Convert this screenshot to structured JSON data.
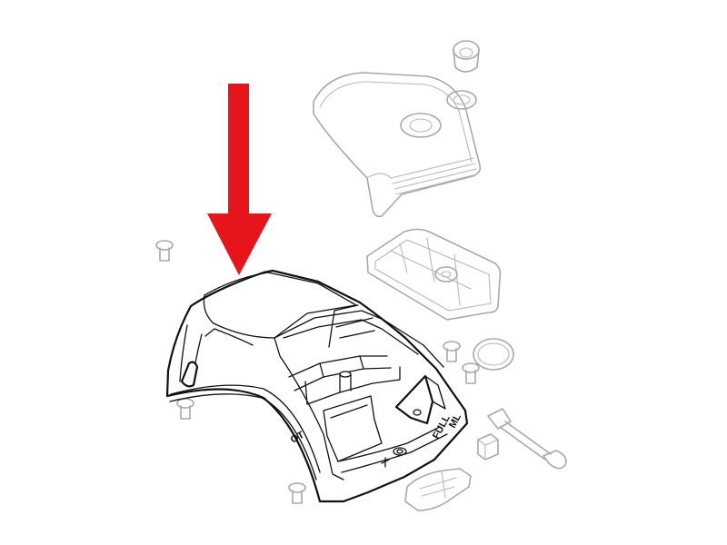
{
  "diagram": {
    "highlight_color": "#e8141b",
    "line_color": "#111111",
    "ghost_color": "#a8a8a8",
    "markings": {
      "side_mark": "OT",
      "panel_mark_1": "FULL",
      "panel_mark_2": "ML"
    }
  }
}
